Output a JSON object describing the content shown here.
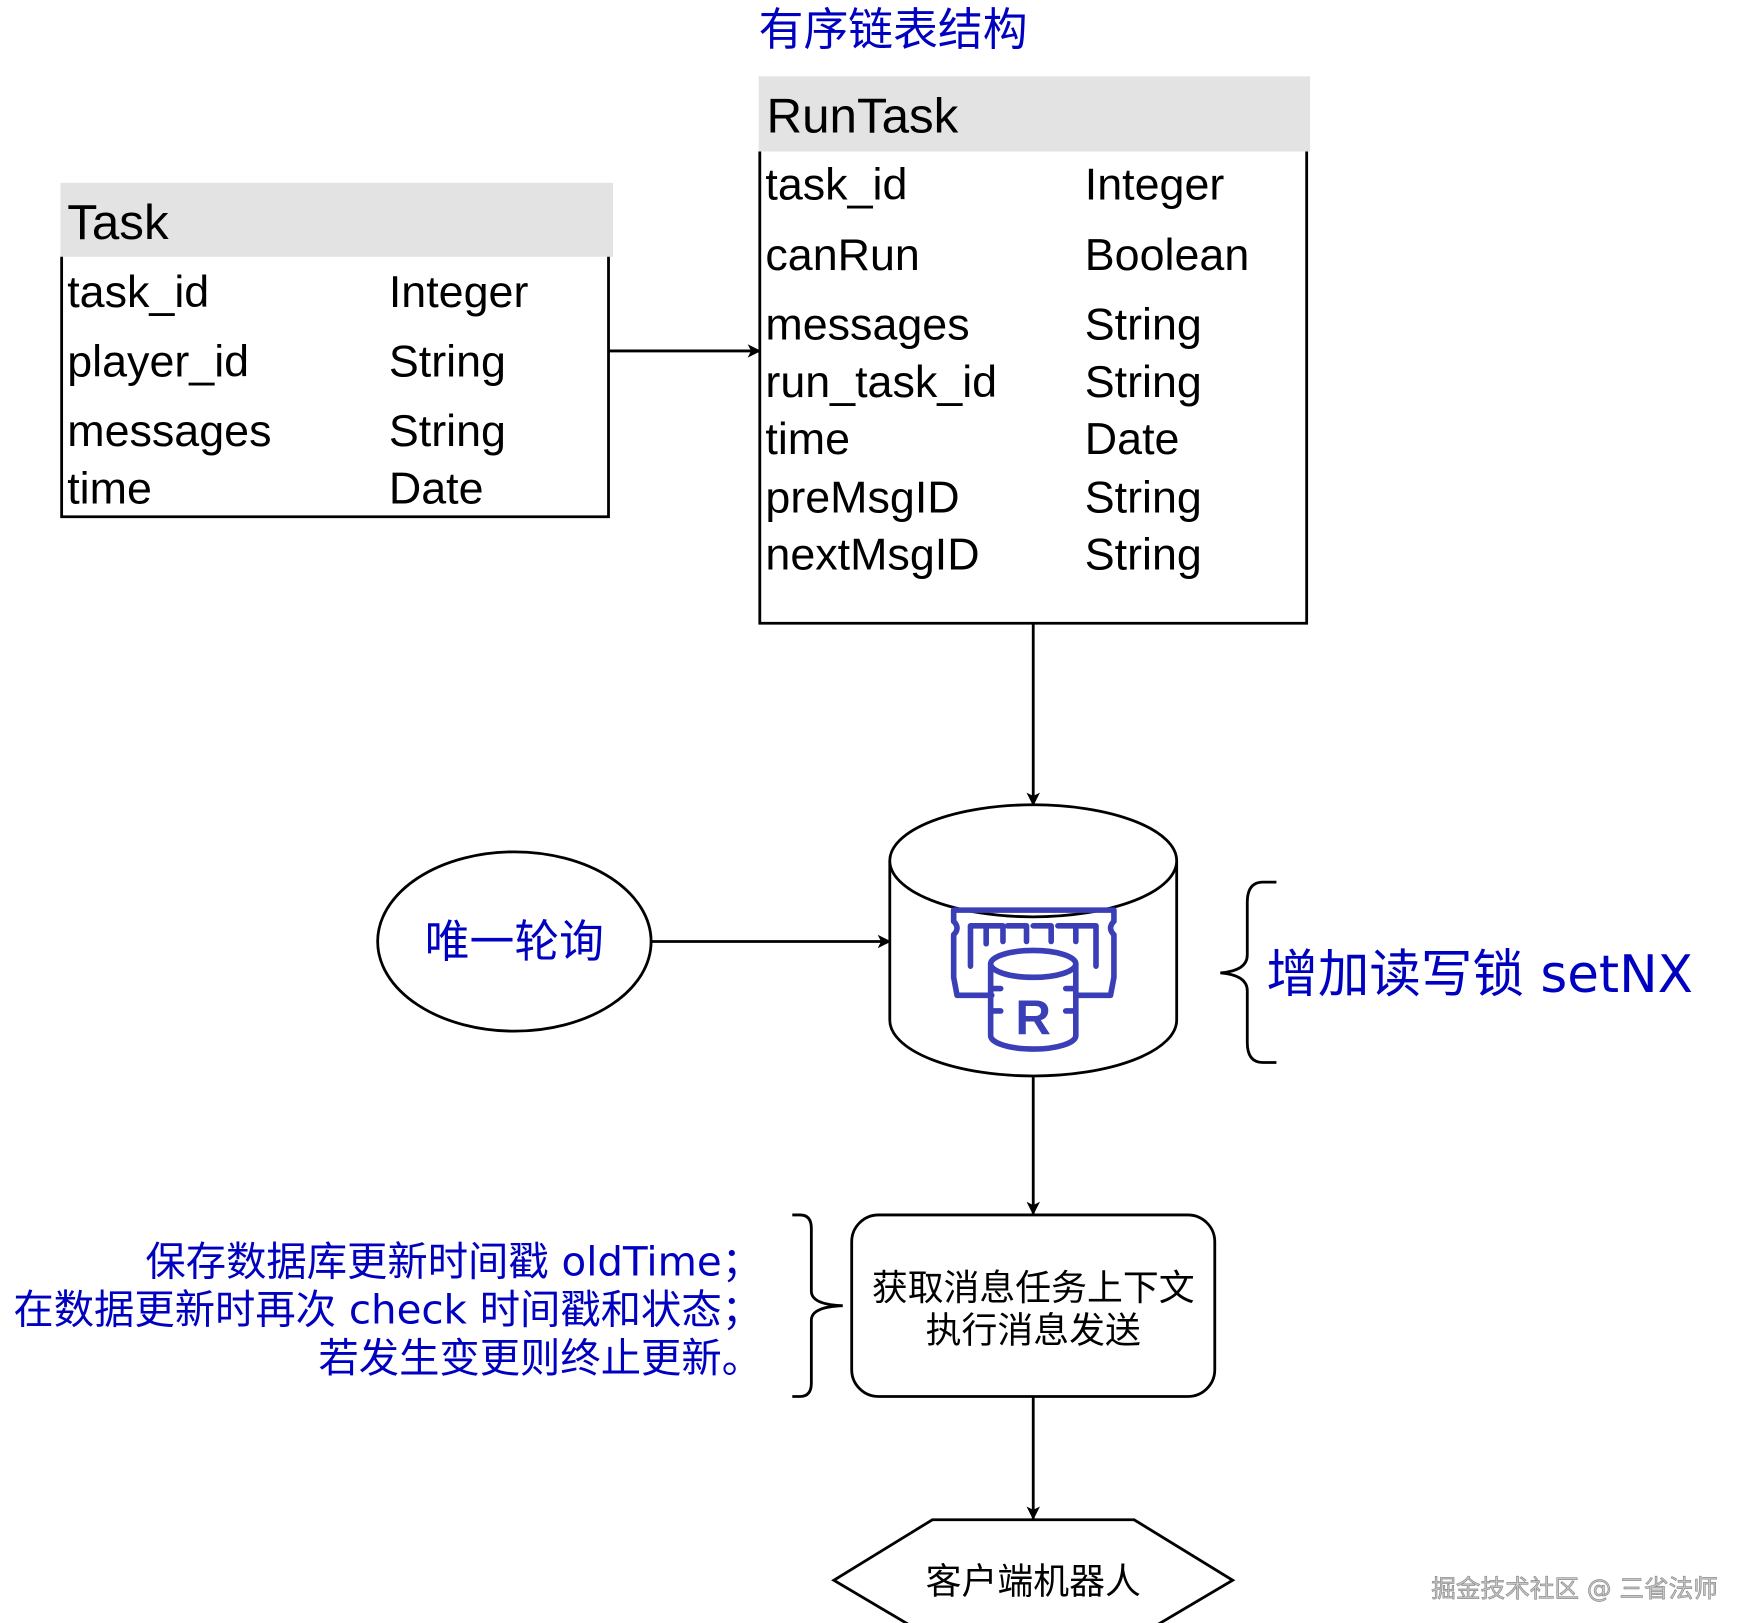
{
  "title_label": "有序链表结构",
  "task_table": {
    "name": "Task",
    "fields": [
      {
        "name": "task_id",
        "type": "Integer"
      },
      {
        "name": "player_id",
        "type": "String"
      },
      {
        "name": "messages",
        "type": "String"
      },
      {
        "name": "time",
        "type": "Date"
      }
    ]
  },
  "runtask_table": {
    "name": "RunTask",
    "fields": [
      {
        "name": "task_id",
        "type": "Integer"
      },
      {
        "name": "canRun",
        "type": "Boolean"
      },
      {
        "name": "messages",
        "type": "String"
      },
      {
        "name": "run_task_id",
        "type": "String"
      },
      {
        "name": "time",
        "type": "Date"
      },
      {
        "name": "preMsgID",
        "type": "String"
      },
      {
        "name": "nextMsgID",
        "type": "String"
      }
    ]
  },
  "poll_node": {
    "label": "唯一轮询"
  },
  "redis_node": {
    "icon": "redis-icon",
    "icon_letter": "R"
  },
  "lock_note": {
    "label": "增加读写锁 setNX"
  },
  "process_node": {
    "lines": [
      "获取消息任务上下文",
      "执行消息发送"
    ]
  },
  "check_note": {
    "lines": [
      "保存数据库更新时间戳 oldTime；",
      "在数据更新时再次 check 时间戳和状态；",
      "若发生变更则终止更新。"
    ]
  },
  "client_node": {
    "label": "客户端机器人"
  },
  "watermark": "掘金技术社区 @ 三省法师",
  "colors": {
    "accent_text": "#0000c0",
    "icon": "#3a3fb8",
    "header_fill": "#e3e3e3"
  }
}
